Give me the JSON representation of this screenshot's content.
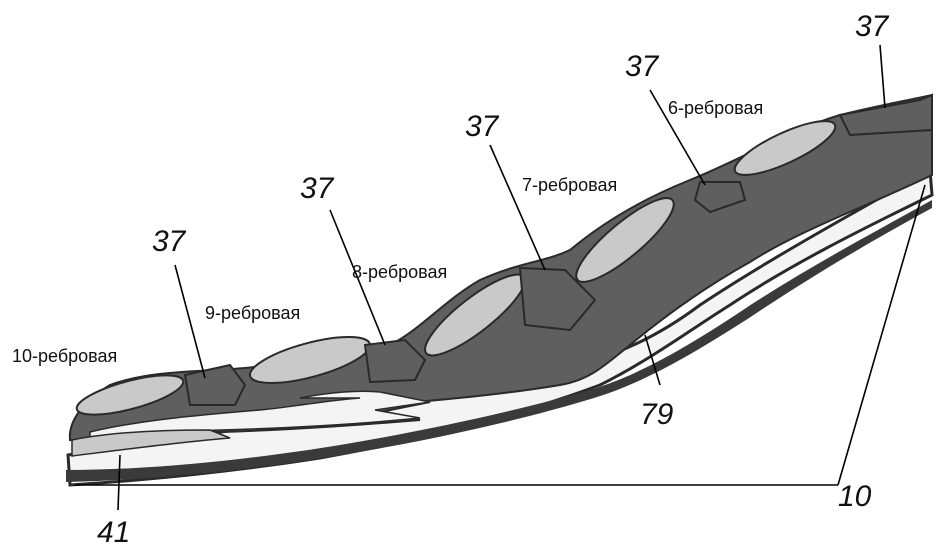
{
  "diagram": {
    "colors": {
      "muscle": "#5f5f5f",
      "muscle_outline": "#2a2a2a",
      "bone": "#c9c9c9",
      "bone_dark": "#9a9a9a",
      "fat": "#f4f4f4",
      "leader": "#000000"
    },
    "sections": {
      "rib10": "10-ребровая",
      "rib9": "9-ребровая",
      "rib8": "8-ребровая",
      "rib7": "7-ребровая",
      "rib6": "6-ребровая"
    },
    "callouts": {
      "spinous_top": "37",
      "spinous_6": "37",
      "spinous_7": "37",
      "spinous_8": "37",
      "spinous_9": "37",
      "muscle": "79",
      "flank": "10",
      "bottom": "41"
    }
  }
}
